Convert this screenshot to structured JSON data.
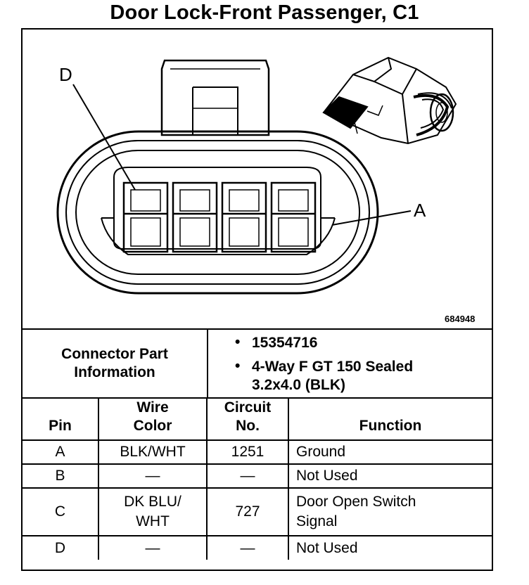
{
  "title": "Door Lock-Front Passenger, C1",
  "diagram": {
    "pin_label_d": "D",
    "pin_label_a": "A",
    "figure_number": "684948"
  },
  "connector_info": {
    "label_line1": "Connector Part",
    "label_line2": "Information",
    "items": [
      {
        "bullet": "•",
        "line1": "15354716",
        "line2": ""
      },
      {
        "bullet": "•",
        "line1": "4-Way F GT 150 Sealed",
        "line2": "3.2x4.0 (BLK)"
      }
    ]
  },
  "table": {
    "headers": {
      "pin": "Pin",
      "wire_line1": "Wire",
      "wire_line2": "Color",
      "circuit_line1": "Circuit",
      "circuit_line2": "No.",
      "function": "Function"
    },
    "rows": [
      {
        "pin": "A",
        "wire1": "BLK/WHT",
        "wire2": "",
        "circuit": "1251",
        "func1": "Ground",
        "func2": ""
      },
      {
        "pin": "B",
        "wire1": "—",
        "wire2": "",
        "circuit": "—",
        "func1": "Not Used",
        "func2": ""
      },
      {
        "pin": "C",
        "wire1": "DK BLU/",
        "wire2": "WHT",
        "circuit": "727",
        "func1": "Door Open Switch",
        "func2": "Signal"
      },
      {
        "pin": "D",
        "wire1": "—",
        "wire2": "",
        "circuit": "—",
        "func1": "Not Used",
        "func2": ""
      }
    ]
  }
}
